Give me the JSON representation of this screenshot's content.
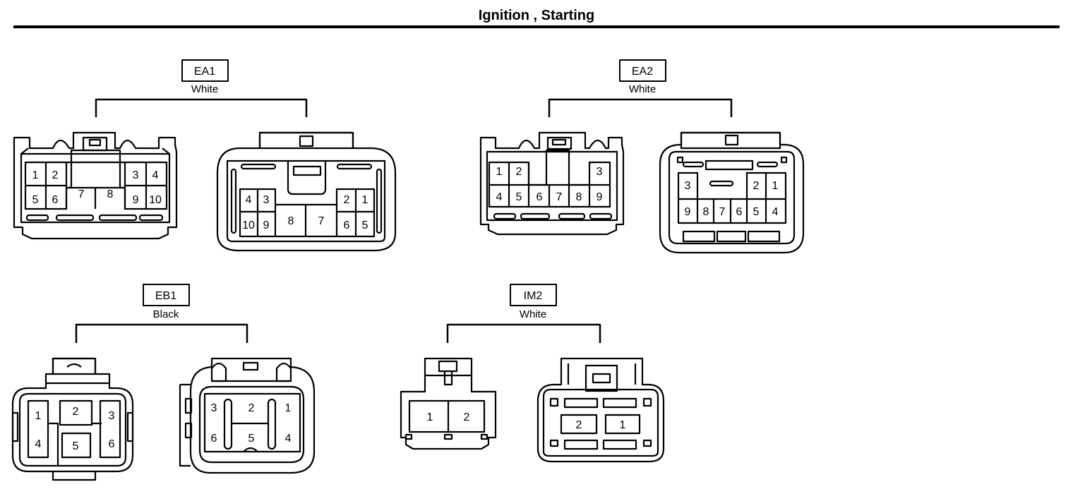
{
  "title": "Ignition , Starting",
  "connectors": [
    {
      "code": "EA1",
      "color": "White",
      "left_pins": [
        "1",
        "2",
        "3",
        "4",
        "5",
        "6",
        "7",
        "8",
        "9",
        "10"
      ],
      "right_pins": [
        "1",
        "2",
        "3",
        "4",
        "5",
        "6",
        "7",
        "8",
        "9",
        "10"
      ]
    },
    {
      "code": "EA2",
      "color": "White",
      "left_pins": [
        "1",
        "2",
        "3",
        "4",
        "5",
        "6",
        "7",
        "8",
        "9"
      ],
      "right_pins": [
        "1",
        "2",
        "3",
        "4",
        "5",
        "6",
        "7",
        "8",
        "9"
      ]
    },
    {
      "code": "EB1",
      "color": "Black",
      "left_pins": [
        "1",
        "2",
        "3",
        "4",
        "5",
        "6"
      ],
      "right_pins": [
        "1",
        "2",
        "3",
        "4",
        "5",
        "6"
      ]
    },
    {
      "code": "IM2",
      "color": "White",
      "left_pins": [
        "1",
        "2"
      ],
      "right_pins": [
        "1",
        "2"
      ]
    }
  ]
}
